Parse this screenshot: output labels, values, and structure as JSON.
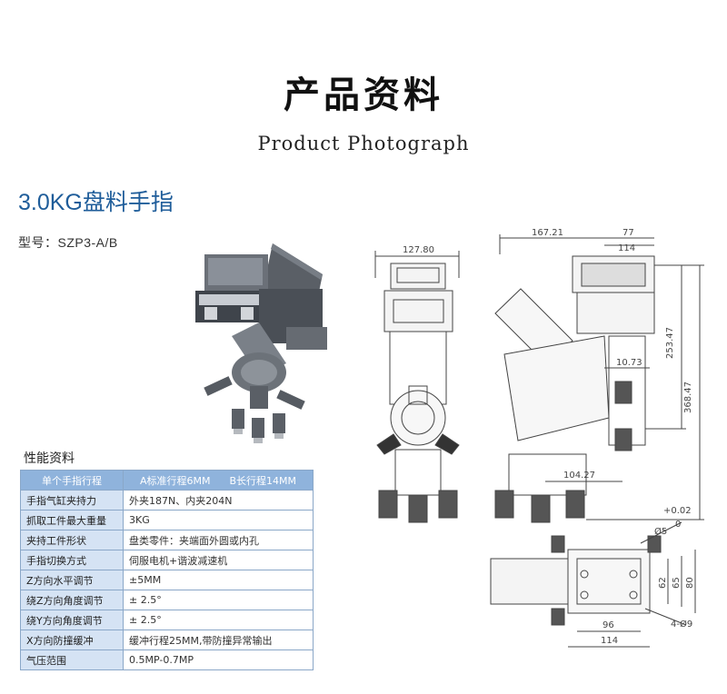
{
  "header": {
    "title_cn": "产品资料",
    "title_en": "Product Photograph"
  },
  "product": {
    "name": "3.0KG盘料手指",
    "model": "型号：SZP3-A/B"
  },
  "specs": {
    "section_label": "性能资料",
    "header": [
      "单个手指行程",
      "A标准行程6MM",
      "B长行程14MM"
    ],
    "rows": [
      {
        "key": "手指气缸夹持力",
        "value": "外夹187N、内夹204N"
      },
      {
        "key": "抓取工件最大重量",
        "value": "3KG"
      },
      {
        "key": "夹持工件形状",
        "value": "盘类零件：夹端面外圆或内孔"
      },
      {
        "key": "手指切换方式",
        "value": "伺服电机+谐波减速机"
      },
      {
        "key": "Z方向水平调节",
        "value": "±5MM"
      },
      {
        "key": "绕Z方向角度调节",
        "value": "± 2.5°"
      },
      {
        "key": "绕Y方向角度调节",
        "value": "± 2.5°"
      },
      {
        "key": "X方向防撞缓冲",
        "value": "缓冲行程25MM,带防撞异常输出"
      },
      {
        "key": "气压范围",
        "value": "0.5MP-0.7MP"
      }
    ]
  },
  "drawing": {
    "dims": {
      "d1": "127.80",
      "d2": "167.21",
      "d3": "77",
      "d4": "114",
      "d5": "253.47",
      "d6": "368.47",
      "d7": "10.73",
      "d8": "104.27",
      "d9": "+0.02",
      "d10": "0",
      "d11": "Ø5",
      "d12": "62",
      "d13": "65",
      "d14": "80",
      "d15": "96",
      "d16": "114",
      "d17": "4-Ø9"
    }
  }
}
